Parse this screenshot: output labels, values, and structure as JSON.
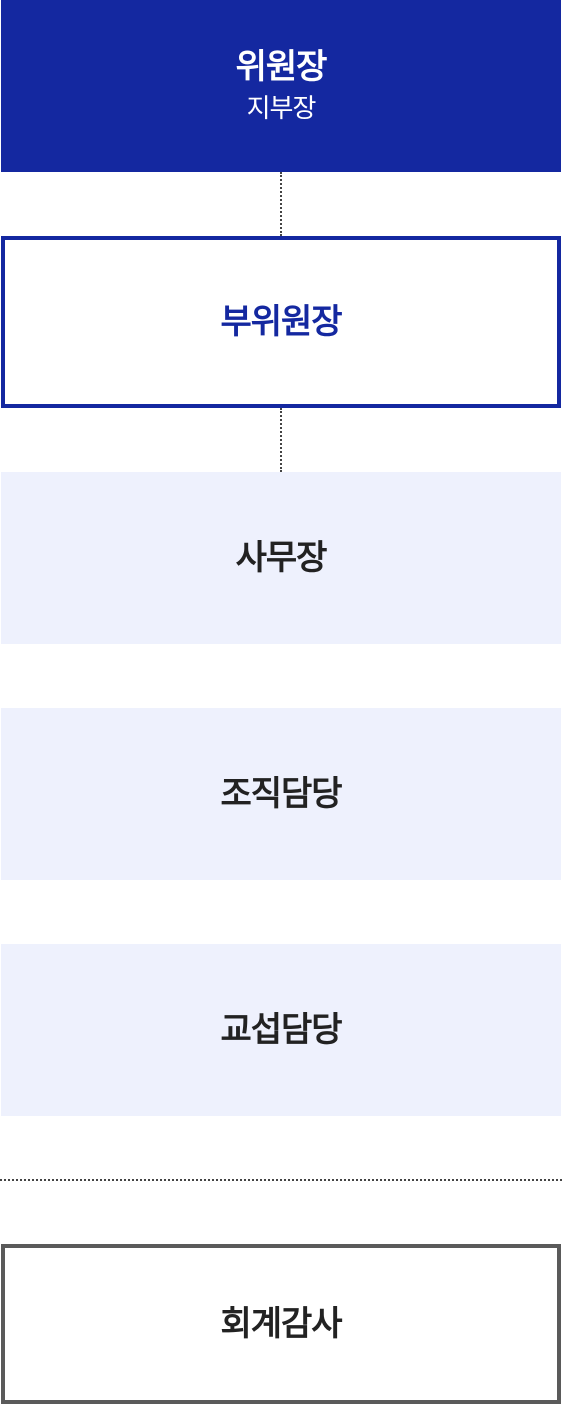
{
  "nodes": {
    "chair": {
      "title": "위원장",
      "subtitle": "지부장"
    },
    "vice_chair": {
      "title": "부위원장"
    },
    "secretary": {
      "title": "사무장"
    },
    "organization": {
      "title": "조직담당"
    },
    "negotiation": {
      "title": "교섭담당"
    },
    "audit": {
      "title": "회계감사"
    }
  },
  "colors": {
    "primary": "#1428a0",
    "light_fill": "#eef1fd",
    "audit_border": "#5a5a5a",
    "text_dark": "#222222"
  }
}
